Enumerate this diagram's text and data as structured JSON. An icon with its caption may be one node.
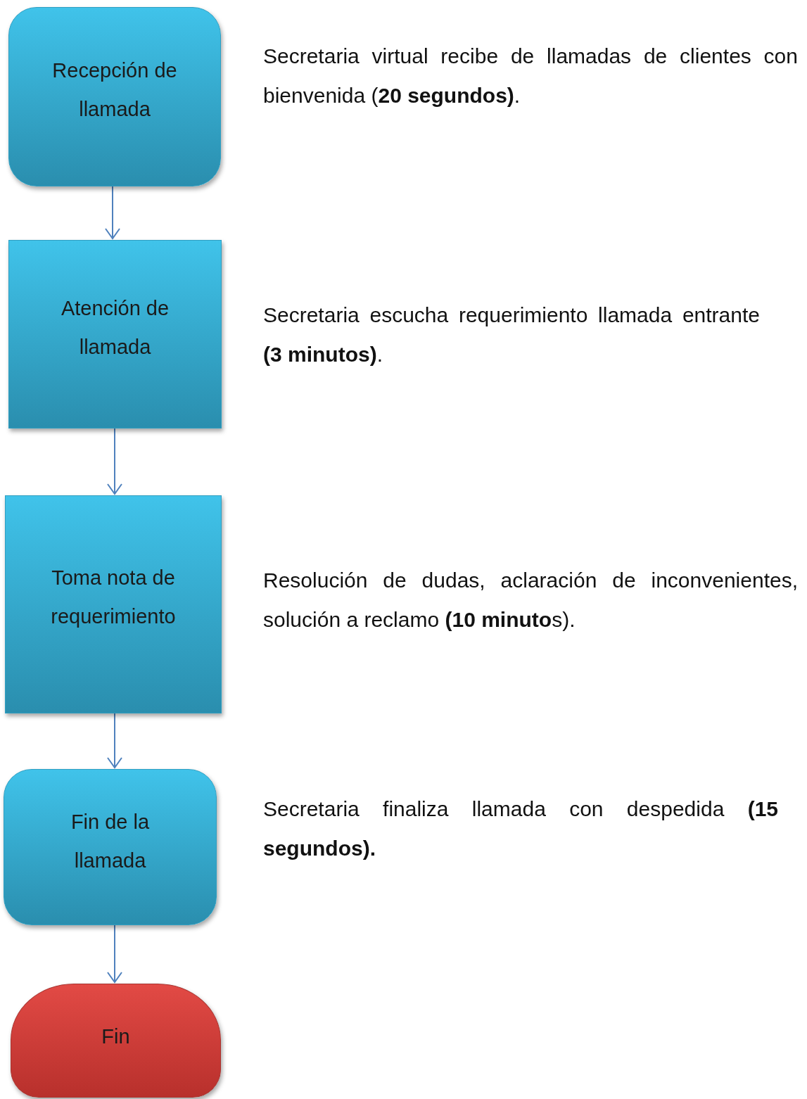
{
  "diagram": {
    "nodes": [
      {
        "text": [
          "Recepción de llamada"
        ],
        "beside": [
          "Secretaria virtual recibe de llamadas de clientes con bienvenida (**20 segundos)**."
        ]
      },
      {
        "text": [
          "Atención de llamada"
        ],
        "beside": [
          "Secretaria escucha requerimiento llamada entrante **(3 minutos)**."
        ]
      },
      {
        "text": [
          "Toma nota de requerimiento"
        ],
        "beside": [
          "Resolución de dudas, aclaración de inconvenientes, solución a reclamo **(10 minuto**s)."
        ]
      },
      {
        "text": [
          "Fin de la llamada"
        ],
        "beside": [
          "Secretaria finaliza llamada con despedida **(15 segundos).**"
        ]
      },
      {
        "text": [
          "Fin"
        ]
      }
    ],
    "edges": [
      {
        "from": 0,
        "to": 1,
        "arrow": "to"
      },
      {
        "from": 1,
        "to": 2,
        "arrow": "to"
      },
      {
        "from": 2,
        "to": 3,
        "arrow": "to"
      },
      {
        "from": 3,
        "to": 4,
        "arrow": "to"
      }
    ]
  }
}
